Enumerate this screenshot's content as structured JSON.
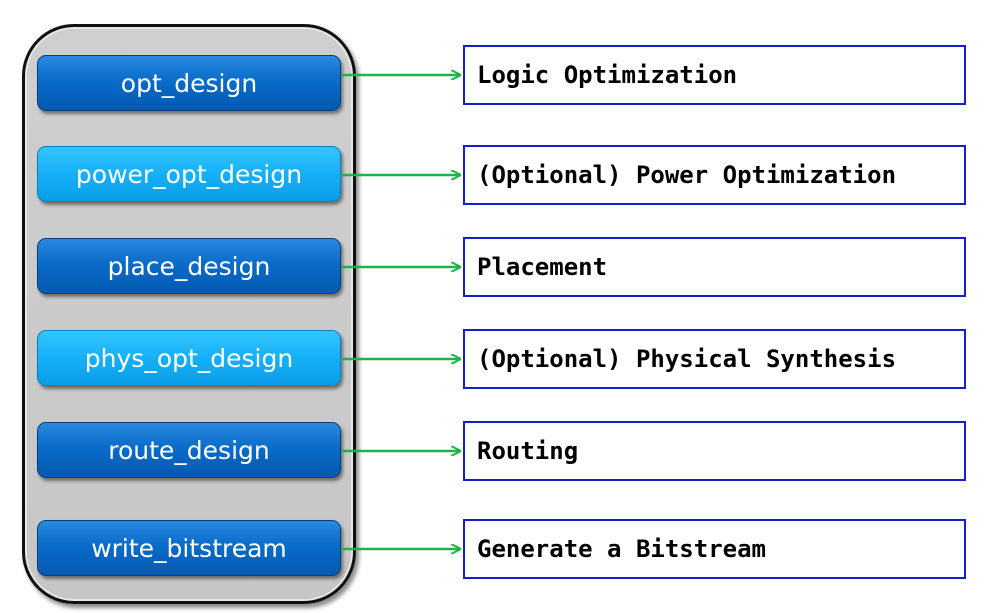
{
  "colors": {
    "step_dark": "#0a6cca",
    "step_light": "#16b0f7",
    "arrow": "#1fb34a",
    "box_border": "#1520c8",
    "container_fill": "#c6c6c6"
  },
  "flow": [
    {
      "command": "opt_design",
      "description": "Logic Optimization",
      "optional": false
    },
    {
      "command": "power_opt_design",
      "description": "(Optional) Power Optimization",
      "optional": true
    },
    {
      "command": "place_design",
      "description": "Placement",
      "optional": false
    },
    {
      "command": "phys_opt_design",
      "description": "(Optional) Physical Synthesis",
      "optional": true
    },
    {
      "command": "route_design",
      "description": "Routing",
      "optional": false
    },
    {
      "command": "write_bitstream",
      "description": "Generate a Bitstream",
      "optional": false
    }
  ]
}
